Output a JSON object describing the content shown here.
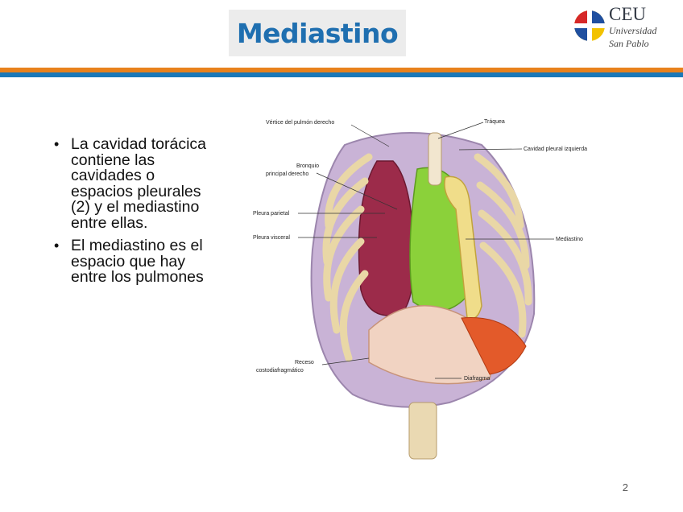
{
  "slide": {
    "title": "Mediastino",
    "page_number": "2"
  },
  "logo": {
    "name": "CEU",
    "subtitle_line1": "Universidad",
    "subtitle_line2": "San Pablo"
  },
  "colors": {
    "title": "#1f6fb0",
    "stripe_orange": "#e8811c",
    "stripe_blue": "#1a78b8",
    "logo_red": "#d62828",
    "logo_blue": "#1f4fa0",
    "logo_yellow": "#f2c200"
  },
  "bullets": [
    "La cavidad torácica contiene las cavidades o espacios pleurales (2) y el mediastino entre ellas.",
    "El mediastino es el espacio que hay entre los pulmones"
  ],
  "figure": {
    "labels": {
      "vertice": "Vértice del pulmón derecho",
      "traquea": "Tráquea",
      "cavidad_pleural": "Cavidad pleural izquierda",
      "bronquio_1": "Bronquio",
      "bronquio_2": "principal derecho",
      "pleura_parietal": "Pleura parietal",
      "pleura_visceral": "Pleura visceral",
      "mediastino": "Mediastino",
      "receso_1": "Receso",
      "receso_2": "costodiafragmático",
      "diafragma": "Diafragma"
    }
  }
}
